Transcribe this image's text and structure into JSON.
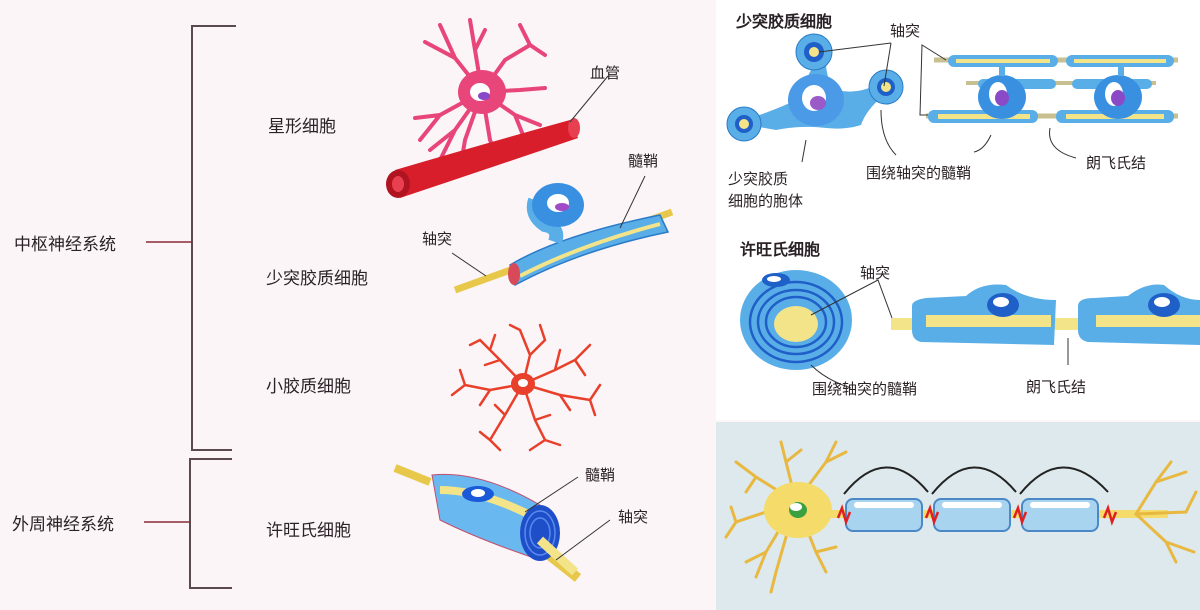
{
  "left_panel": {
    "groups": {
      "cns": "中枢神经系统",
      "pns": "外周神经系统"
    },
    "cells": {
      "astrocyte": "星形细胞",
      "oligodendrocyte": "少突胶质细胞",
      "microglia": "小胶质细胞",
      "schwann": "许旺氏细胞"
    },
    "callouts": {
      "blood_vessel": "血管",
      "myelin_1": "髓鞘",
      "axon_1": "轴突",
      "myelin_2": "髓鞘",
      "axon_2": "轴突"
    }
  },
  "right_top": {
    "title": "少突胶质细胞",
    "axon": "轴突",
    "cell_body": [
      "少突胶质",
      "细胞的胞体"
    ],
    "myelin": "围绕轴突的髓鞘",
    "node": "朗飞氏结"
  },
  "right_middle": {
    "title": "许旺氏细胞",
    "axon": "轴突",
    "myelin": "围绕轴突的髓鞘",
    "node": "朗飞氏结"
  },
  "right_bottom": {
    "description": "saltatory-conduction-diagram"
  },
  "colors": {
    "astrocyte": "#e8457a",
    "vessel": "#d81e2a",
    "microglia": "#e8402a",
    "myelin_blue": "#5aaee8",
    "myelin_dark": "#1f5fc8",
    "axon_yellow": "#f3e48a",
    "neuron_yellow": "#f5dc6a"
  }
}
